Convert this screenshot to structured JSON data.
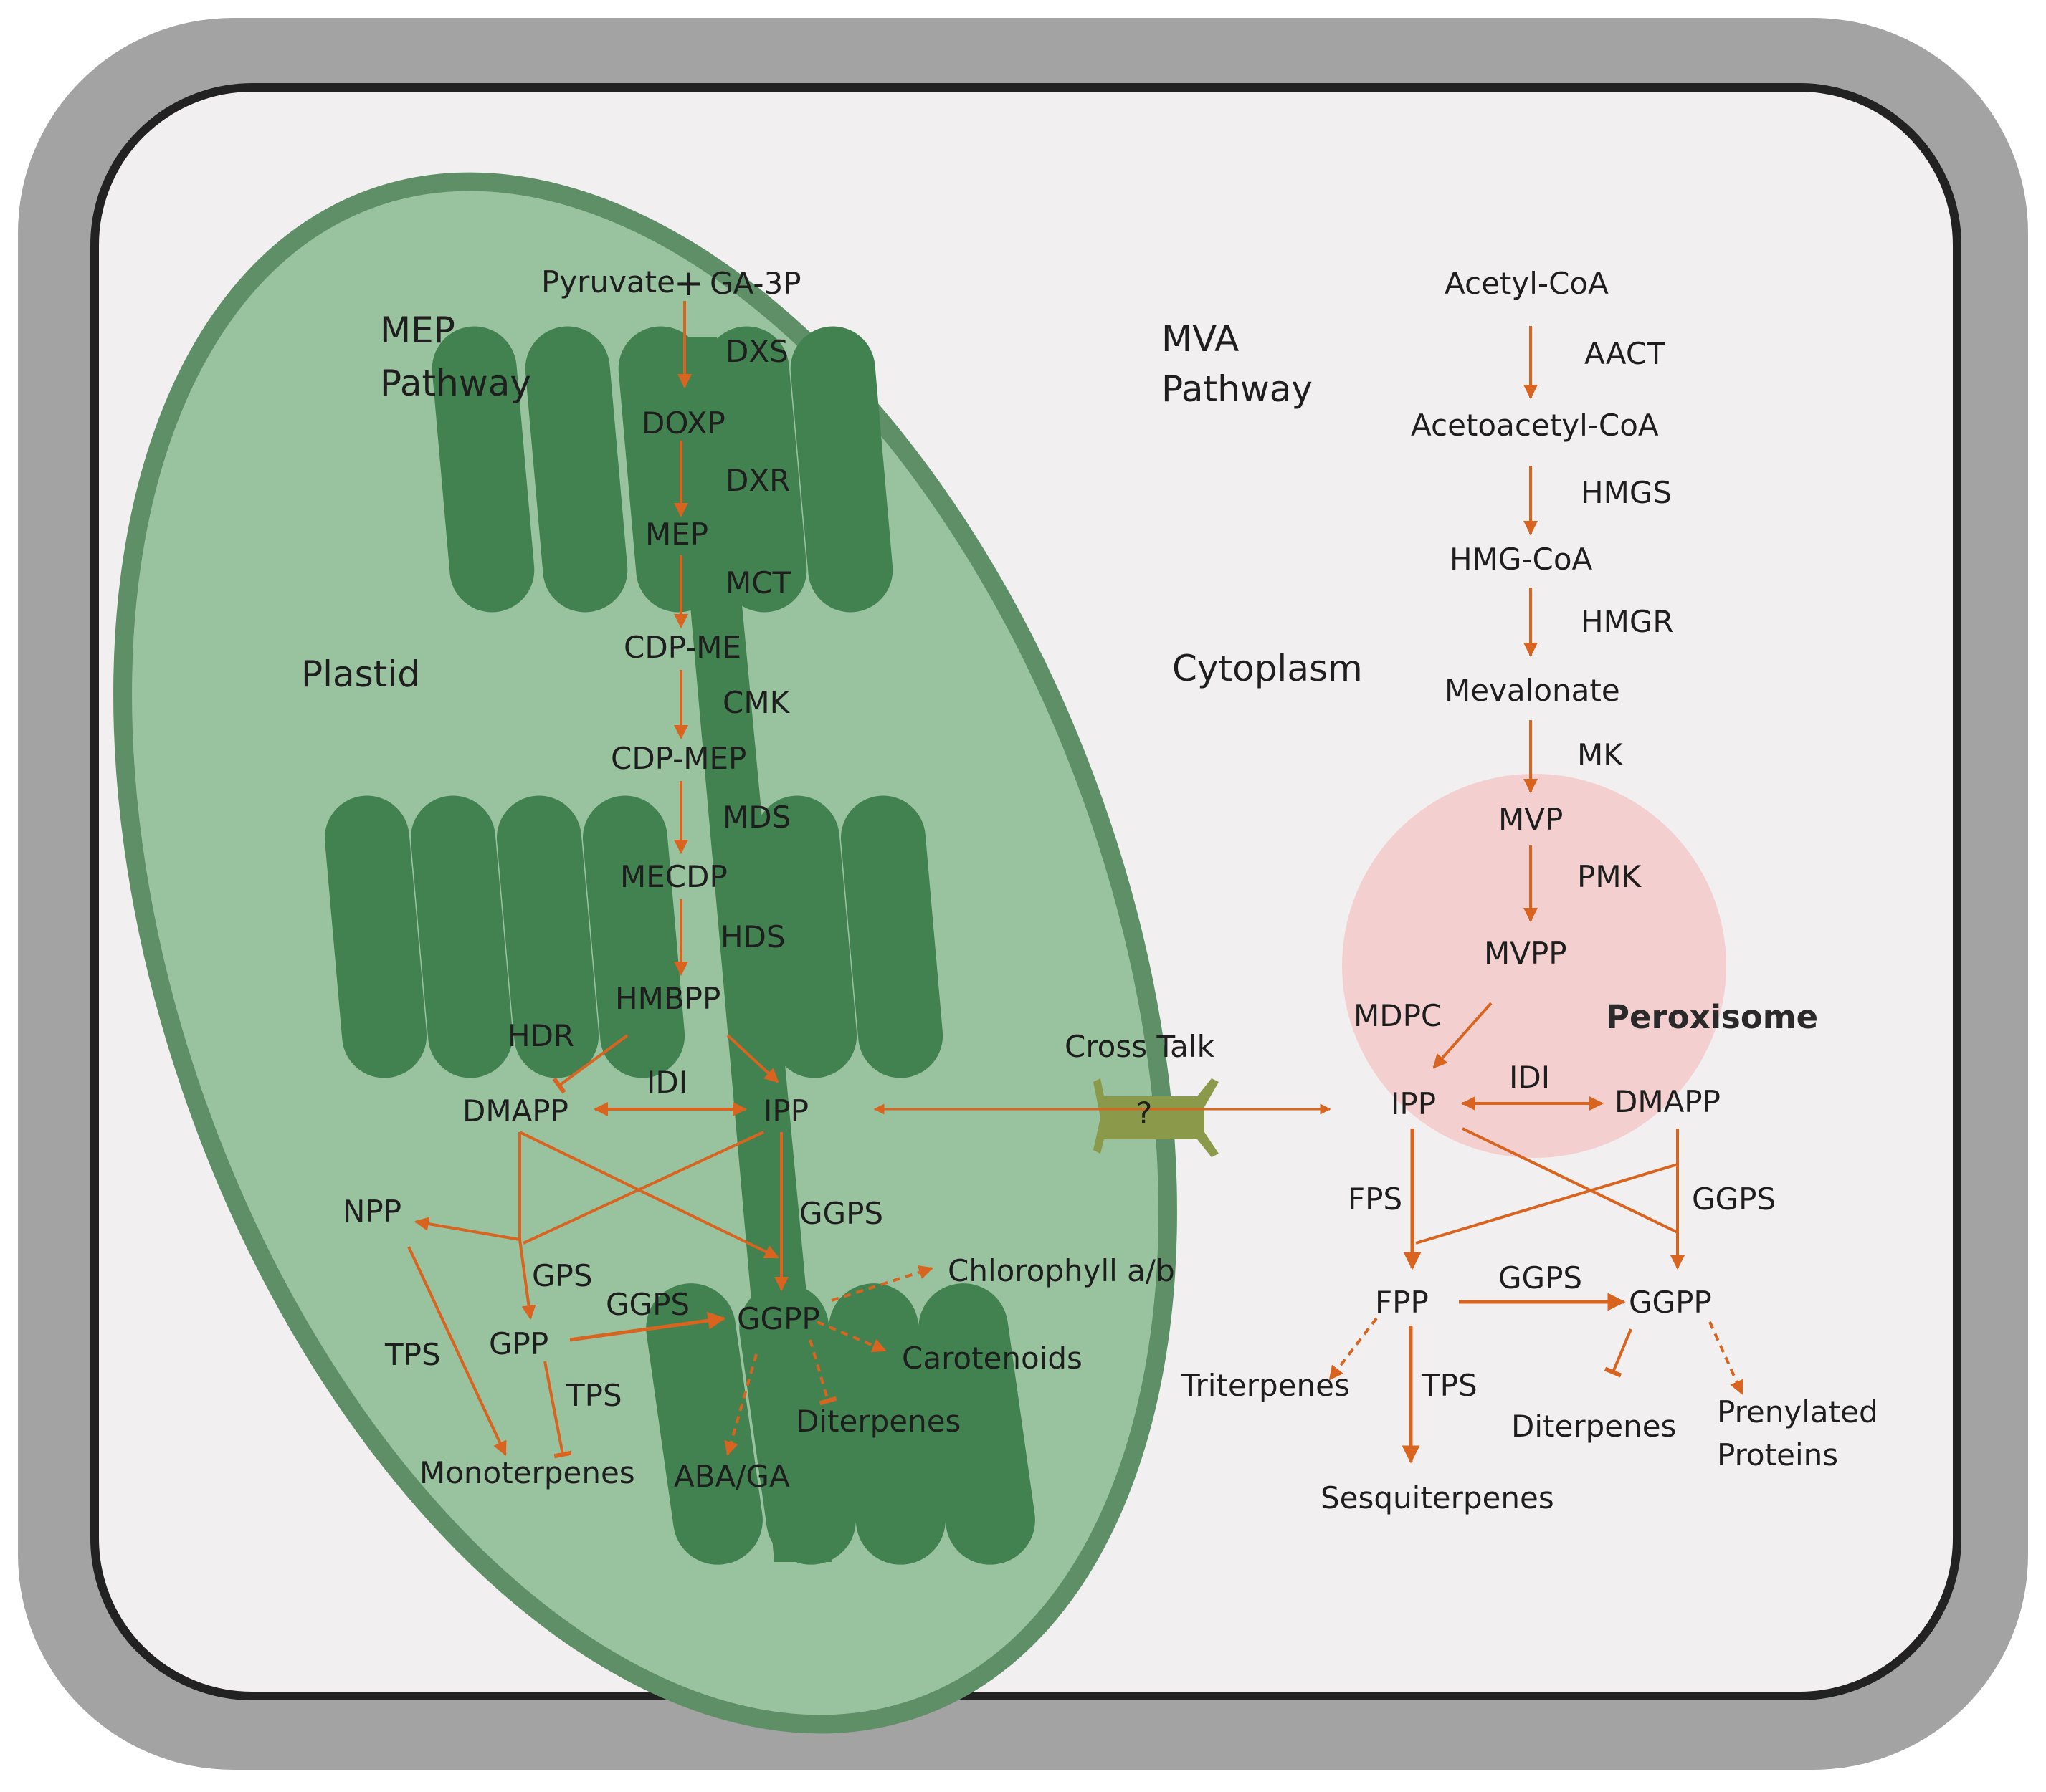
{
  "colors": {
    "outer_wall": "#a3a3a3",
    "cell_border": "#222222",
    "cytoplasm": "#f2eff0",
    "plastid_border": "#5f8f66",
    "plastid_fill": "#99c29f",
    "thylakoid": "#428251",
    "peroxisome": "#f3cfcf",
    "arrow": "#d8641f",
    "channel": "#8a9a4a",
    "text": "#1e1e1e"
  },
  "compartments": {
    "plastid": "Plastid",
    "cytoplasm": "Cytoplasm",
    "peroxisome": "Peroxisome"
  },
  "pathways": {
    "mep_line1": "MEP",
    "mep_line2": "Pathway",
    "mva_line1": "MVA",
    "mva_line2": "Pathway"
  },
  "cross_talk": {
    "label": "Cross Talk",
    "channel_symbol": "?"
  },
  "mep": {
    "pyruvate": "Pyruvate",
    "plus": "+",
    "ga3p": "GA-3P",
    "dxs": "DXS",
    "doxp": "DOXP",
    "dxr": "DXR",
    "mep": "MEP",
    "mct": "MCT",
    "cdp_me": "CDP-ME",
    "cmk": "CMK",
    "cdp_mep": "CDP-MEP",
    "mds": "MDS",
    "mecdp": "MECDP",
    "hds": "HDS",
    "hmbpp": "HMBPP",
    "hdr": "HDR",
    "idi": "IDI",
    "dmapp": "DMAPP",
    "ipp": "IPP",
    "npp": "NPP",
    "gps": "GPS",
    "gpp": "GPP",
    "ggps_1": "GGPS",
    "ggps_2": "GGPS",
    "ggpp": "GGPP",
    "tps_1": "TPS",
    "tps_2": "TPS",
    "monoterpenes": "Monoterpenes",
    "aba_ga": "ABA/GA",
    "diterpenes": "Diterpenes",
    "carotenoids": "Carotenoids",
    "chlorophyll": "Chlorophyll a/b"
  },
  "mva": {
    "acetyl_coa": "Acetyl-CoA",
    "aact": "AACT",
    "acetoacetyl_coa": "Acetoacetyl-CoA",
    "hmgs": "HMGS",
    "hmg_coa": "HMG-CoA",
    "hmgr": "HMGR",
    "mevalonate": "Mevalonate",
    "mk": "MK",
    "mvp": "MVP",
    "pmk": "PMK",
    "mvpp": "MVPP",
    "mdpc": "MDPC",
    "ipp": "IPP",
    "idi": "IDI",
    "dmapp": "DMAPP",
    "fps": "FPS",
    "ggps_1": "GGPS",
    "ggps_2": "GGPS",
    "fpp": "FPP",
    "ggpp": "GGPP",
    "triterpenes": "Triterpenes",
    "tps": "TPS",
    "sesquiterpenes": "Sesquiterpenes",
    "diterpenes": "Diterpenes",
    "prenylated_line1": "Prenylated",
    "prenylated_line2": "Proteins"
  }
}
